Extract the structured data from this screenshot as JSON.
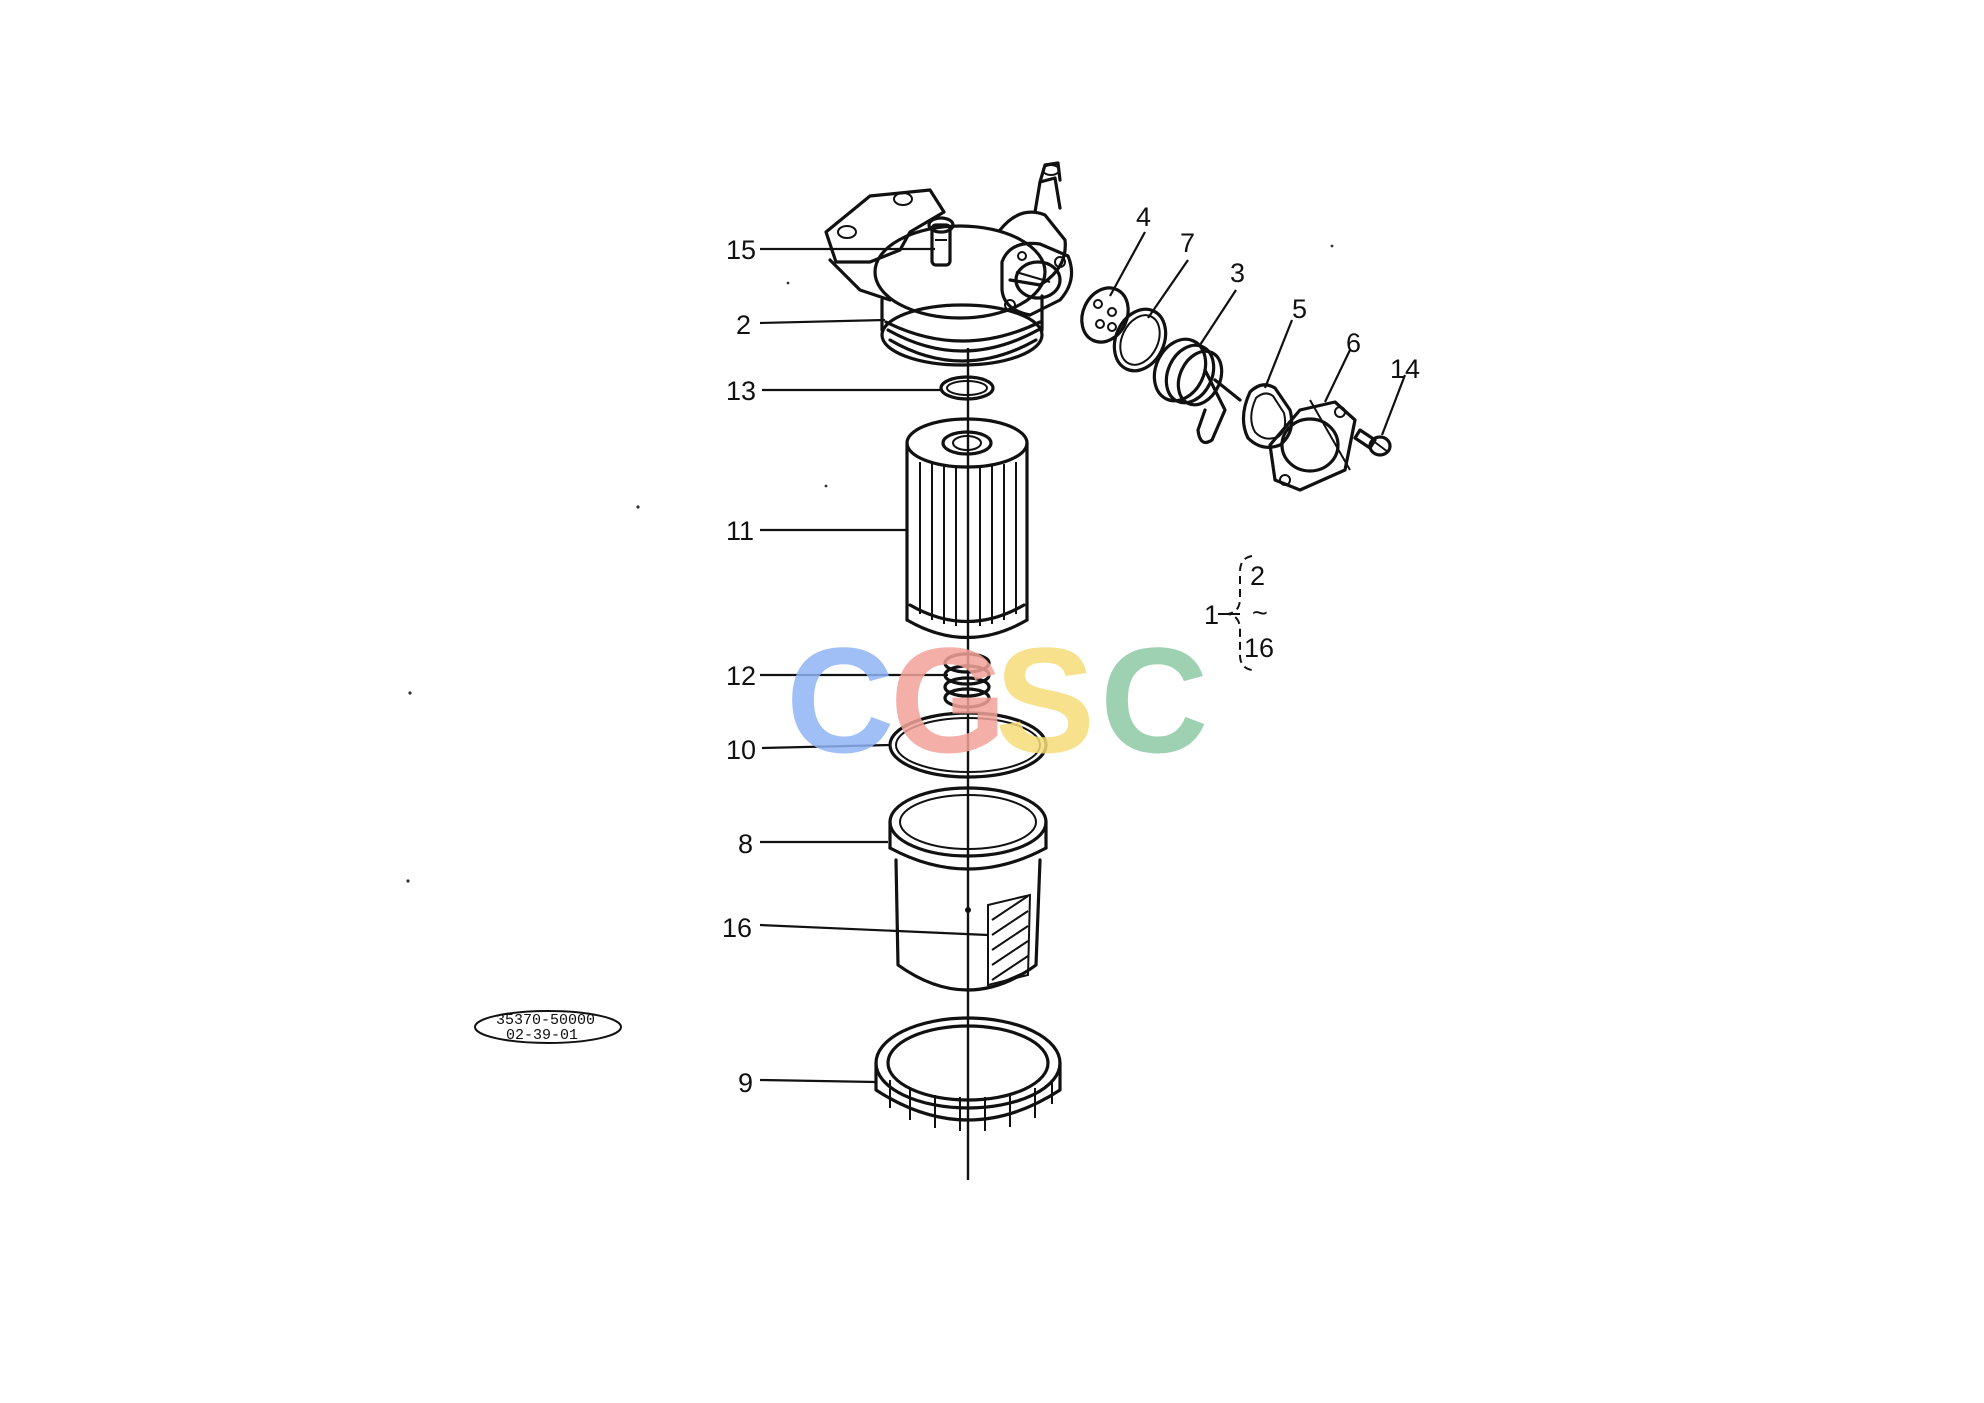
{
  "callouts": {
    "p15": "15",
    "p2": "2",
    "p13": "13",
    "p11": "11",
    "p12": "12",
    "p10": "10",
    "p8": "8",
    "p16": "16",
    "p9": "9",
    "p4": "4",
    "p7": "7",
    "p3": "3",
    "p5": "5",
    "p6": "6",
    "p14": "14"
  },
  "assembly_note": {
    "parent": "1",
    "from": "2",
    "tilde": "~",
    "to": "16"
  },
  "drawing_code": {
    "line1": "35370-50000",
    "line2": "02-39-01"
  },
  "watermark": {
    "letters": [
      "C",
      "G",
      "S",
      "C"
    ],
    "colors": [
      "#8fb4f5",
      "#f2a29a",
      "#f7dc7a",
      "#8ccaa5"
    ]
  }
}
